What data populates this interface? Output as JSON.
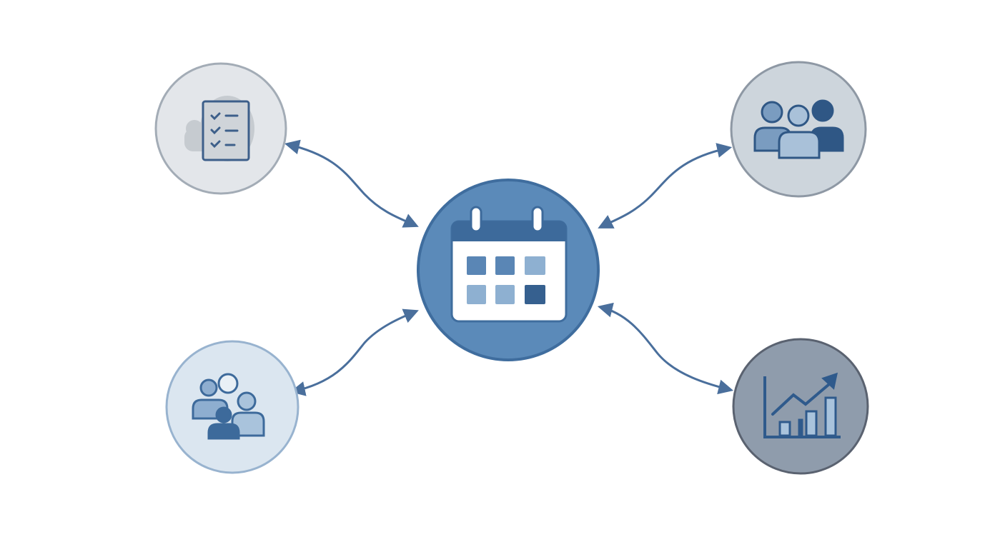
{
  "diagram": {
    "center_node": {
      "icon": "calendar-icon",
      "fill": "#5b8ab9",
      "stroke": "#3f6d9e"
    },
    "nodes": [
      {
        "id": "top-left",
        "icon": "checklist-icon",
        "fill": "#e3e6ea",
        "stroke": "#a3acb6"
      },
      {
        "id": "top-right",
        "icon": "team-icon",
        "fill": "#cdd5dc",
        "stroke": "#8e98a4"
      },
      {
        "id": "bottom-left",
        "icon": "group-chat-icon",
        "fill": "#dbe6f0",
        "stroke": "#98b3cf"
      },
      {
        "id": "bottom-right",
        "icon": "growth-chart-icon",
        "fill": "#8f9cac",
        "stroke": "#5a6270"
      }
    ],
    "connector_color": "#4a6f9c",
    "connectors": "bidirectional"
  }
}
